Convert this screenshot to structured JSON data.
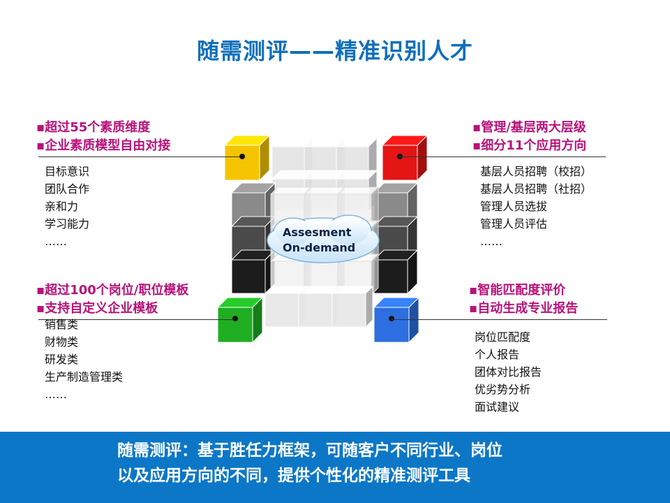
{
  "title": "随需测评——精准识别人才",
  "cloud": {
    "line1": "Assesment",
    "line2": "On-demand"
  },
  "top_left": {
    "headings": [
      "▪超过55个素质维度",
      "▪企业素质模型自由对接"
    ],
    "items": [
      "目标意识",
      "团队合作",
      "亲和力",
      "学习能力",
      "……"
    ],
    "color": "#f5c400"
  },
  "top_right": {
    "headings": [
      "▪管理/基层两大层级",
      "▪细分11个应用方向"
    ],
    "items": [
      "基层人员招聘（校招）",
      "基层人员招聘（社招）",
      "管理人员选拔",
      "管理人员评估",
      "……"
    ],
    "color": "#e31515"
  },
  "bottom_left": {
    "headings": [
      "▪超过100个岗位/职位模板",
      "▪支持自定义企业模板"
    ],
    "items": [
      "销售类",
      "财物类",
      "研发类",
      "生产制造管理类",
      "……"
    ],
    "color": "#1fae22"
  },
  "bottom_right": {
    "headings": [
      "▪智能匹配度评价",
      "▪自动生成专业报告"
    ],
    "items": [
      "岗位匹配度",
      "个人报告",
      "团体对比报告",
      "优劣势分析",
      "面试建议"
    ],
    "color": "#2d6fe0"
  },
  "footer": {
    "line1": "随需测评：基于胜任力框架，可随客户不同行业、岗位",
    "line2": "以及应用方向的不同，提供个性化的精准测评工具",
    "color": "#0c77c7"
  },
  "colors": {
    "title": "#0e6fba",
    "heading": "#b8127a"
  }
}
